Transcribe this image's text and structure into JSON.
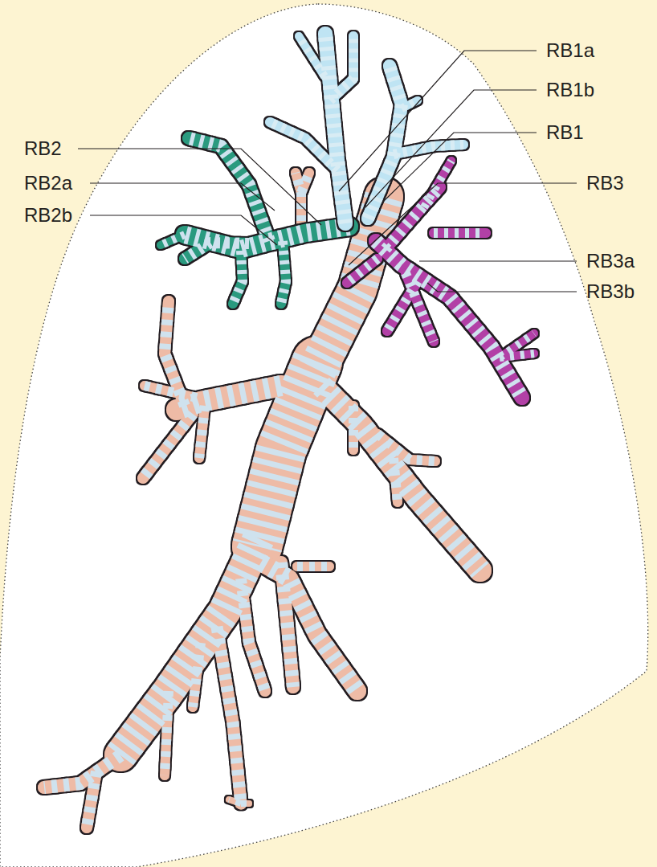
{
  "diagram": {
    "labels": [
      "RB1a",
      "RB1b",
      "RB1",
      "RB2",
      "RB2a",
      "RB3",
      "RB2b",
      "RB3a",
      "RB3b"
    ]
  }
}
